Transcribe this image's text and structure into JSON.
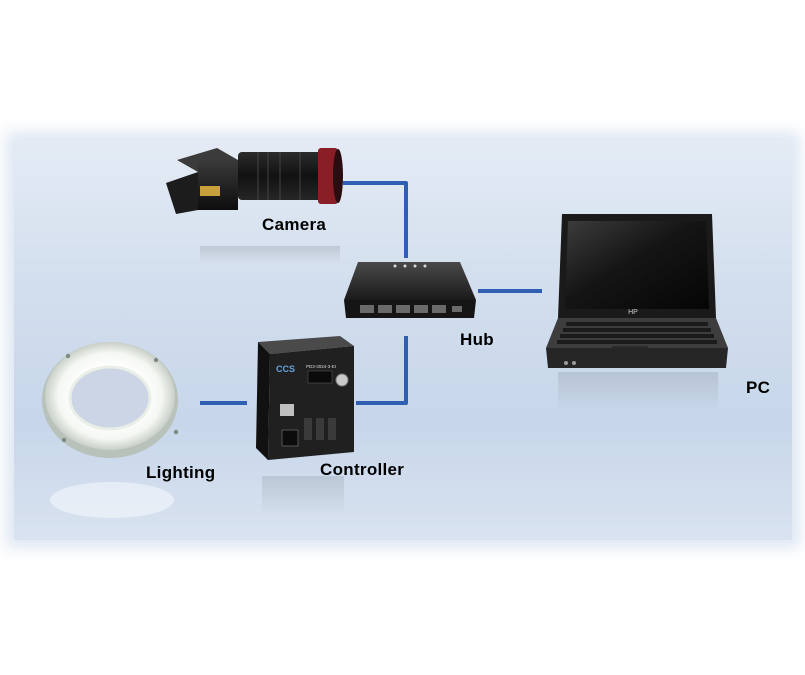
{
  "diagram": {
    "nodes": [
      {
        "id": "camera",
        "label": "Camera"
      },
      {
        "id": "hub",
        "label": "Hub"
      },
      {
        "id": "pc",
        "label": "PC"
      },
      {
        "id": "lighting",
        "label": "Lighting"
      },
      {
        "id": "controller",
        "label": "Controller"
      }
    ],
    "edges": [
      {
        "from": "camera",
        "to": "hub"
      },
      {
        "from": "hub",
        "to": "pc"
      },
      {
        "from": "controller",
        "to": "hub"
      },
      {
        "from": "lighting",
        "to": "controller"
      }
    ],
    "device_text": {
      "controller_brand": "CCS",
      "controller_model": "PD3-3024-3-EI",
      "laptop_badge": "HP"
    },
    "colors": {
      "cable": "#2f5fb3",
      "background": "#d3dfee"
    }
  }
}
